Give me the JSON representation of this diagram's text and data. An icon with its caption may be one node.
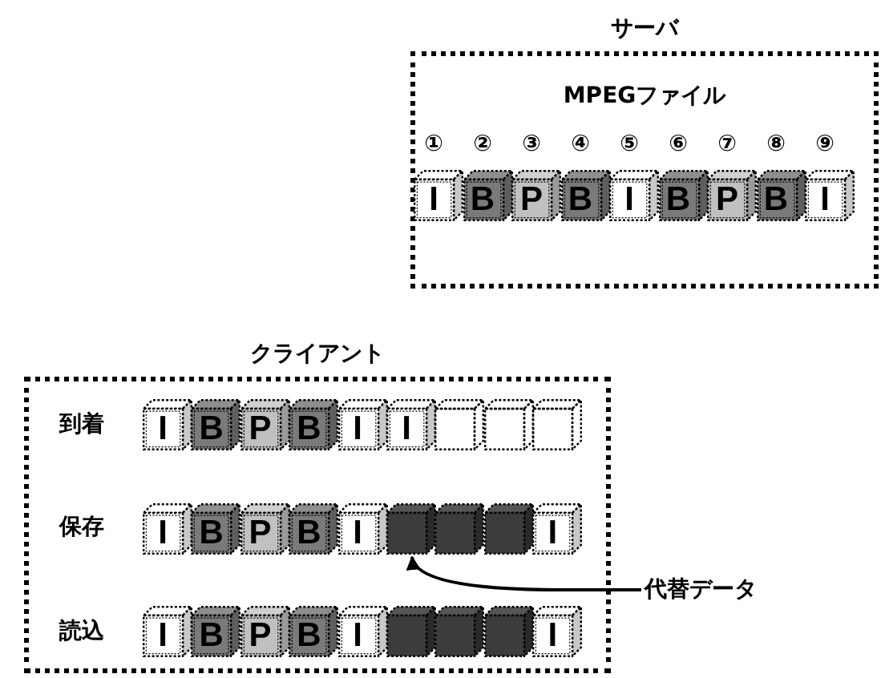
{
  "diagram": {
    "nodes": [
      {
        "text": [
          "サーバ",
          "MPEGファイル"
        ]
      },
      {
        "text": [
          "I"
        ],
        "in": 0,
        "beside": [
          "①"
        ]
      },
      {
        "text": [
          "B"
        ],
        "in": 0,
        "beside": [
          "②"
        ]
      },
      {
        "text": [
          "P"
        ],
        "in": 0,
        "beside": [
          "③"
        ]
      },
      {
        "text": [
          "B"
        ],
        "in": 0,
        "beside": [
          "④"
        ]
      },
      {
        "text": [
          "I"
        ],
        "in": 0,
        "beside": [
          "⑤"
        ]
      },
      {
        "text": [
          "B"
        ],
        "in": 0,
        "beside": [
          "⑥"
        ]
      },
      {
        "text": [
          "P"
        ],
        "in": 0,
        "beside": [
          "⑦"
        ]
      },
      {
        "text": [
          "B"
        ],
        "in": 0,
        "beside": [
          "⑧"
        ]
      },
      {
        "text": [
          "I"
        ],
        "in": 0,
        "beside": [
          "⑨"
        ]
      },
      {
        "text": [
          "クライアント"
        ]
      },
      {
        "text": [
          "I"
        ],
        "in": 10
      },
      {
        "text": [
          "B"
        ],
        "in": 10
      },
      {
        "text": [
          "P"
        ],
        "in": 10
      },
      {
        "text": [
          "B"
        ],
        "in": 10
      },
      {
        "text": [
          "I"
        ],
        "in": 10
      },
      {
        "text": [
          "I"
        ],
        "in": 10
      },
      {
        "text": [],
        "shape": "box",
        "in": 10
      },
      {
        "text": [],
        "shape": "box",
        "in": 10
      },
      {
        "text": [],
        "shape": "box",
        "in": 10
      },
      {
        "text": [
          "I"
        ],
        "in": 10
      },
      {
        "text": [
          "B"
        ],
        "in": 10
      },
      {
        "text": [
          "P"
        ],
        "in": 10
      },
      {
        "text": [
          "B"
        ],
        "in": 10
      },
      {
        "text": [
          "I"
        ],
        "in": 10
      },
      {
        "text": [],
        "shape": "cube",
        "in": 10
      },
      {
        "text": [],
        "shape": "cube",
        "in": 10
      },
      {
        "text": [],
        "shape": "cube",
        "in": 10
      },
      {
        "text": [
          "I"
        ],
        "in": 10
      },
      {
        "text": [
          "I"
        ],
        "in": 10
      },
      {
        "text": [
          "B"
        ],
        "in": 10
      },
      {
        "text": [
          "P"
        ],
        "in": 10
      },
      {
        "text": [
          "B"
        ],
        "in": 10
      },
      {
        "text": [
          "I"
        ],
        "in": 10
      },
      {
        "text": [],
        "shape": "cube",
        "in": 10
      },
      {
        "text": [],
        "shape": "cube",
        "in": 10
      },
      {
        "text": [],
        "shape": "cube",
        "in": 10
      },
      {
        "text": [
          "I"
        ],
        "in": 10
      },
      {
        "text": [
          "代替データ"
        ]
      }
    ],
    "edges": [
      {
        "from": 38,
        "to": 25,
        "arrow": "to"
      }
    ],
    "labels": [
      "到着",
      "保存",
      "読込"
    ]
  }
}
